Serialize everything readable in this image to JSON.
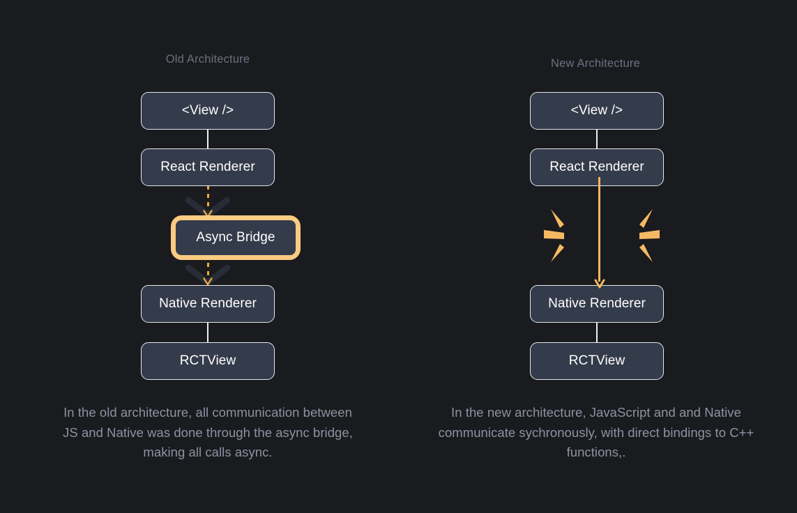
{
  "theme": {
    "background": "#1a1b1e",
    "node_fill": "#343b4a",
    "node_border": "#e6e9ee",
    "node_text": "#ffffff",
    "title_text": "#6b7280",
    "caption_text": "#8b93a3",
    "accent_amber": "#f5b963",
    "highlight_ring": "#fbcb82",
    "ghost_chevron": "#272c37",
    "connector": "#eef1f5"
  },
  "old_architecture": {
    "title": "Old Architecture",
    "nodes": {
      "view": "<View />",
      "react_renderer": "React Renderer",
      "async_bridge": "Async Bridge",
      "native_renderer": "Native Renderer",
      "rct_view": "RCTView"
    },
    "caption": "In the old architecture, all communication between JS and Native was done through the async bridge, making all calls async."
  },
  "new_architecture": {
    "title": "New Architecture",
    "nodes": {
      "view": "<View />",
      "react_renderer": "React Renderer",
      "native_renderer": "Native Renderer",
      "rct_view": "RCTView"
    },
    "caption": "In the new architecture, JavaScript and and Native communicate sychronously, with direct bindings to C++ functions,."
  }
}
